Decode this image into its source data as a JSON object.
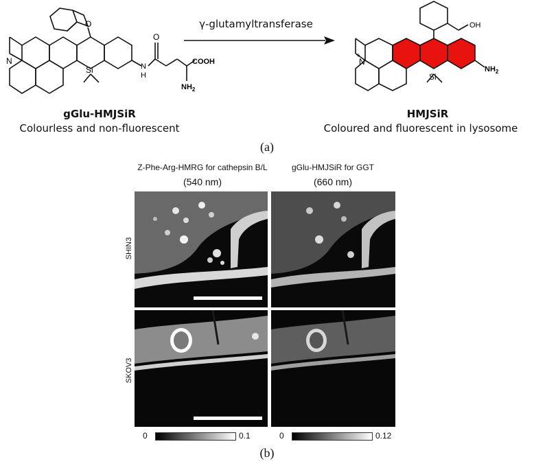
{
  "reaction": {
    "enzyme": "γ-glutamyltransferase",
    "substrate": {
      "name": "gGlu-HMJSiR",
      "description": "Colourless and non-fluorescent",
      "labels": {
        "n": "N",
        "o": "O",
        "si": "Si",
        "h": "H",
        "cooh": "COOH",
        "nh2": "NH2",
        "nh2_sub": "2",
        "nh2_main": "NH"
      }
    },
    "product": {
      "name": "HMJSiR",
      "description": "Coloured and fluorescent in lysosome",
      "highlight_color": "#e8120f",
      "labels": {
        "n": "N",
        "plus": "+",
        "si": "Si",
        "oh": "OH",
        "nh2_main": "NH",
        "nh2_sub": "2"
      }
    },
    "panel_label": "(a)"
  },
  "imaging": {
    "columns": [
      {
        "title": "Z-Phe-Arg-HMRG for cathepsin B/L",
        "wavelength": "(540 nm)"
      },
      {
        "title": "gGlu-HMJSiR for GGT",
        "wavelength": "(660 nm)"
      }
    ],
    "rows": [
      {
        "label": "SHIN3"
      },
      {
        "label": "SKOV3"
      }
    ],
    "colorbars": [
      {
        "min": "0",
        "max": "0.1"
      },
      {
        "min": "0",
        "max": "0.12"
      }
    ],
    "panel_label": "(b)"
  }
}
